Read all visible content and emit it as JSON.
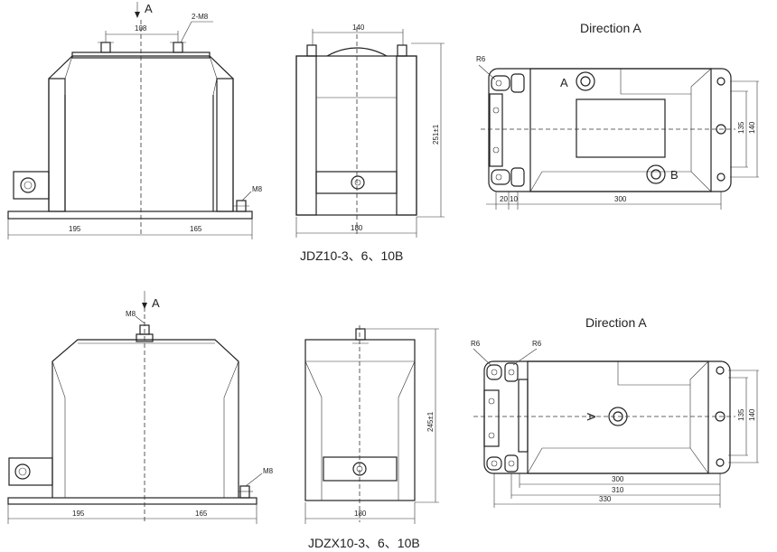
{
  "top": {
    "caption": "JDZ10-3、6、10B",
    "view_arrow": "A",
    "direction_title": "Direction A",
    "front": {
      "dim_108": "108",
      "label_2m8": "2-M8",
      "label_m8": "M8",
      "dim_195": "195",
      "dim_165": "165"
    },
    "side": {
      "dim_140": "140",
      "dim_height": "251±1",
      "dim_180": "180"
    },
    "plan": {
      "label_r6": "R6",
      "label_a": "A",
      "label_b": "B",
      "dim_135": "135",
      "dim_140": "140",
      "dim_20": "20",
      "dim_10": "10",
      "dim_300": "300"
    }
  },
  "bottom": {
    "caption": "JDZX10-3、6、10B",
    "view_arrow": "A",
    "direction_title": "Direction A",
    "front": {
      "label_m8_top": "M8",
      "label_m8": "M8",
      "dim_195": "195",
      "dim_165": "165"
    },
    "side": {
      "dim_height": "245±1",
      "dim_180": "180"
    },
    "plan": {
      "label_r6_left": "R6",
      "label_r6_right": "R6",
      "label_a": "A",
      "dim_135": "135",
      "dim_140": "140",
      "dim_300": "300",
      "dim_310": "310",
      "dim_330": "330"
    }
  }
}
